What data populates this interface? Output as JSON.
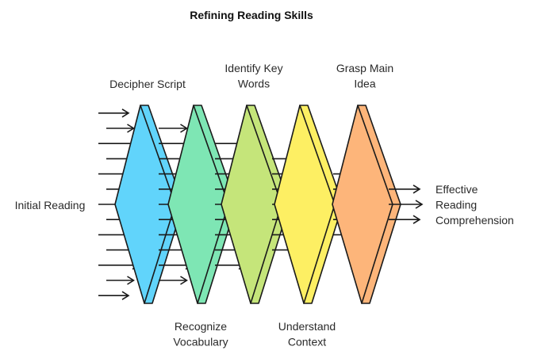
{
  "title": "Refining Reading Skills",
  "input_label": "Initial Reading",
  "output_label": [
    "Effective",
    "Reading",
    "Comprehension"
  ],
  "stages": [
    {
      "name": "decipher-script",
      "label": [
        "Decipher Script"
      ],
      "label_position": "top",
      "color": "#61d4fb",
      "incoming_arrows": 13
    },
    {
      "name": "recognize-vocabulary",
      "label": [
        "Recognize",
        "Vocabulary"
      ],
      "label_position": "bottom",
      "color": "#7ee6b4",
      "incoming_arrows": 11
    },
    {
      "name": "identify-key-words",
      "label": [
        "Identify Key",
        "Words"
      ],
      "label_position": "top",
      "color": "#c5e57a",
      "incoming_arrows": 9
    },
    {
      "name": "understand-context",
      "label": [
        "Understand",
        "Context"
      ],
      "label_position": "bottom",
      "color": "#fdef63",
      "incoming_arrows": 7
    },
    {
      "name": "grasp-main-idea",
      "label": [
        "Grasp Main",
        "Idea"
      ],
      "label_position": "top",
      "color": "#fdb57a",
      "incoming_arrows": 5
    }
  ],
  "output_arrows": 3,
  "stroke_color": "#1a1a1a"
}
